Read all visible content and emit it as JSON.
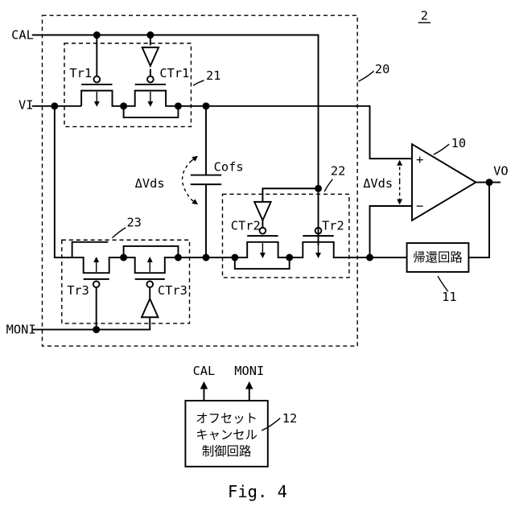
{
  "figure_number": "2",
  "caption": "Fig. 4",
  "signals": {
    "cal": "CAL",
    "vi": "VI",
    "moni": "MONI",
    "vo": "VO"
  },
  "components": {
    "amp": {
      "id": "10",
      "plus": "+",
      "minus": "−"
    },
    "feedback": {
      "id": "11",
      "label": "帰還回路"
    },
    "controller": {
      "id": "12",
      "lines": [
        "オフセット",
        "キャンセル",
        "制御回路"
      ],
      "out_cal": "CAL",
      "out_moni": "MONI"
    },
    "module": {
      "id": "20"
    },
    "switch1": {
      "id": "21",
      "tr": "Tr1",
      "ctr": "CTr1"
    },
    "switch2": {
      "id": "22",
      "tr": "Tr2",
      "ctr": "CTr2"
    },
    "switch3": {
      "id": "23",
      "tr": "Tr3",
      "ctr": "CTr3"
    },
    "cap": {
      "label": "Cofs"
    },
    "dvds_left": "ΔVds",
    "dvds_right": "ΔVds"
  }
}
